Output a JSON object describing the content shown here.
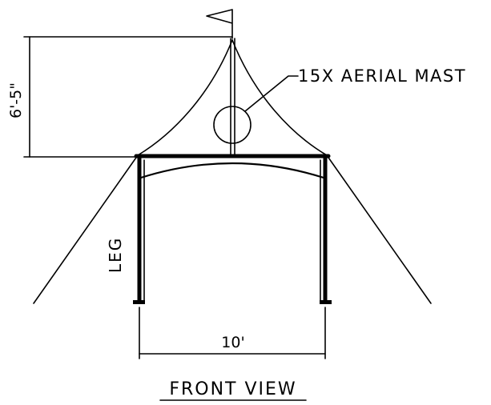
{
  "labels": {
    "mast": "15X AERIAL MAST",
    "height_dim": "6'-5\"",
    "leg": "LEG",
    "width_dim": "10'",
    "view_title": "FRONT VIEW"
  }
}
